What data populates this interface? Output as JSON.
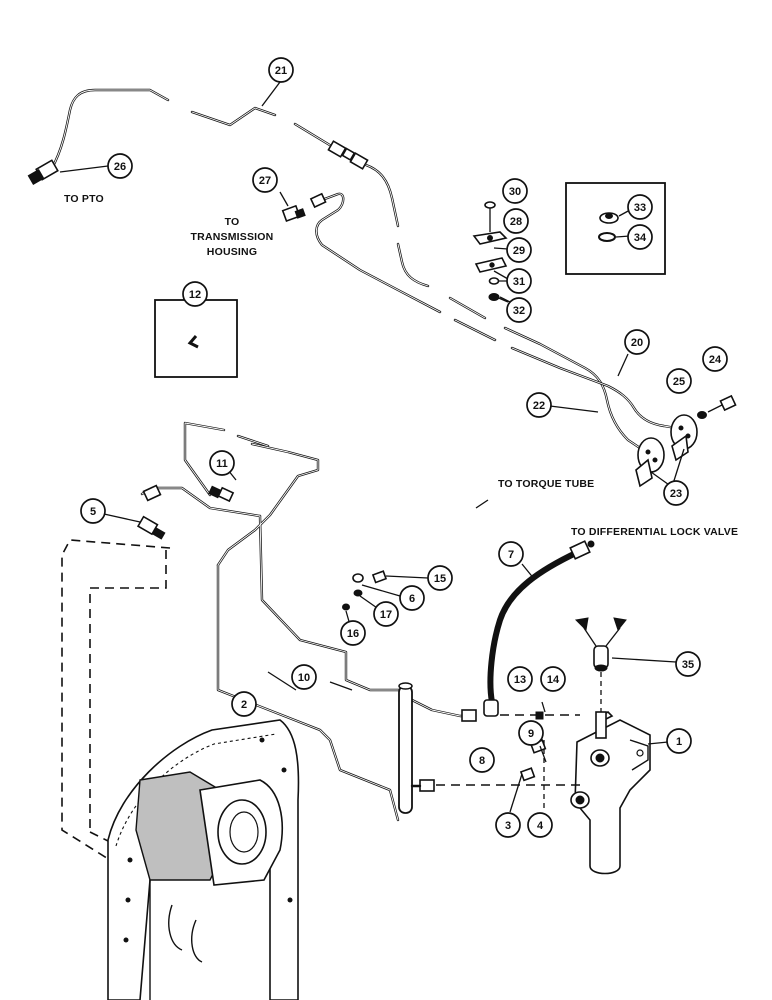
{
  "labels": {
    "to_pto": "TO PTO",
    "to_transmission_line1": "TO",
    "to_transmission_line2": "TRANSMISSION",
    "to_transmission_line3": "HOUSING",
    "to_torque_tube": "TO TORQUE TUBE",
    "to_differential_lock_valve": "TO DIFFERENTIAL LOCK VALVE"
  },
  "callouts": {
    "c1": "1",
    "c2": "2",
    "c3": "3",
    "c4": "4",
    "c5": "5",
    "c6": "6",
    "c7": "7",
    "c8": "8",
    "c9": "9",
    "c10": "10",
    "c11": "11",
    "c12": "12",
    "c13": "13",
    "c14": "14",
    "c15": "15",
    "c16": "16",
    "c17": "17",
    "c20": "20",
    "c21": "21",
    "c22": "22",
    "c23": "23",
    "c24": "24",
    "c25": "25",
    "c26": "26",
    "c27": "27",
    "c28": "28",
    "c29": "29",
    "c30": "30",
    "c31": "31",
    "c32": "32",
    "c33": "33",
    "c34": "34",
    "c35": "35"
  }
}
